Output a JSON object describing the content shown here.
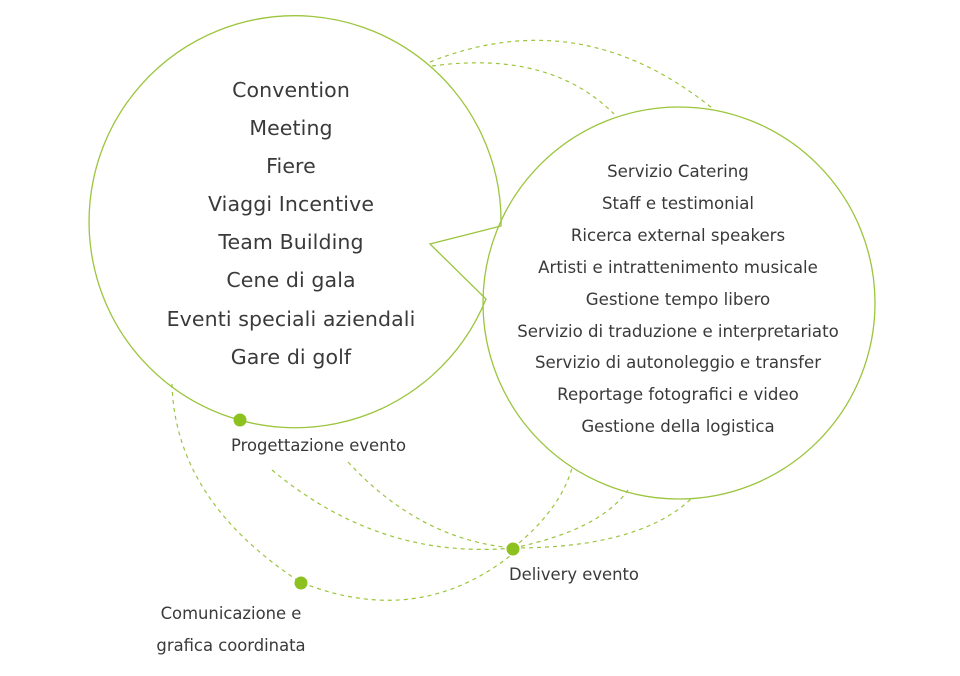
{
  "colors": {
    "line": "#9bc53d",
    "dot": "#8cc11f",
    "text": "#3a3a3a",
    "background": "#ffffff"
  },
  "main_bubble": {
    "items": [
      "Convention",
      "Meeting",
      "Fiere",
      "Viaggi Incentive",
      "Team Building",
      "Cene di gala",
      "Eventi speciali aziendali",
      "Gare di golf"
    ]
  },
  "services_bubble": {
    "items": [
      "Servizio Catering",
      "Staff e testimonial",
      "Ricerca external speakers",
      "Artisti e intrattenimento musicale",
      "Gestione tempo libero",
      "Servizio di traduzione e interpretariato",
      "Servizio di autonoleggio e transfer",
      "Reportage fotografici e video",
      "Gestione della logistica"
    ]
  },
  "nodes": {
    "progettazione": "Progettazione evento",
    "delivery": "Delivery evento",
    "comunicazione_line1": "Comunicazione e",
    "comunicazione_line2": "grafica coordinata"
  }
}
